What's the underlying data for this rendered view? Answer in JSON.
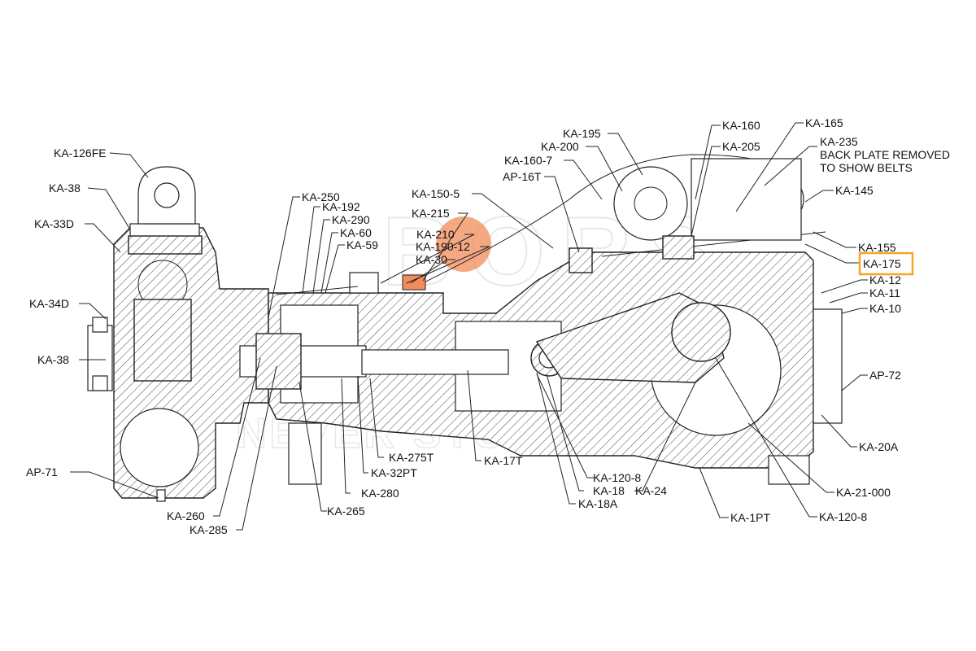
{
  "watermark": {
    "brand": "BORS",
    "line": "NEVER STOP DRILLING",
    "accent_color": "#F28C5A"
  },
  "highlight_color": "#F5A623",
  "highlighted_part": "KA-175",
  "note": {
    "line1": "BACK PLATE REMOVED",
    "line2": "TO SHOW BELTS"
  },
  "labels": {
    "ka_126fe": "KA-126FE",
    "ka_38_top": "KA-38",
    "ka_33d": "KA-33D",
    "ka_34d": "KA-34D",
    "ka_38_bottom": "KA-38",
    "ap_71": "AP-71",
    "ka_260": "KA-260",
    "ka_285": "KA-285",
    "ka_265": "KA-265",
    "ka_280": "KA-280",
    "ka_32pt": "KA-32PT",
    "ka_275t": "KA-275T",
    "ka_17t": "KA-17T",
    "ka_120_8_a": "KA-120-8",
    "ka_18": "KA-18",
    "ka_24": "KA-24",
    "ka_18a": "KA-18A",
    "ka_1pt": "KA-1PT",
    "ka_120_8_b": "KA-120-8",
    "ka_21_000": "KA-21-000",
    "ka_20a": "KA-20A",
    "ap_72": "AP-72",
    "ka_10": "KA-10",
    "ka_11": "KA-11",
    "ka_12": "KA-12",
    "ka_175": "KA-175",
    "ka_155": "KA-155",
    "ka_145": "KA-145",
    "ka_235": "KA-235",
    "ka_165": "KA-165",
    "ka_160": "KA-160",
    "ka_205": "KA-205",
    "ka_195": "KA-195",
    "ka_200": "KA-200",
    "ka_160_7": "KA-160-7",
    "ap_16t": "AP-16T",
    "ka_150_5": "KA-150-5",
    "ka_215": "KA-215",
    "ka_210": "KA-210",
    "ka_190_12": "KA-190-12",
    "ka_30": "KA-30",
    "ka_250": "KA-250",
    "ka_192": "KA-192",
    "ka_290": "KA-290",
    "ka_60": "KA-60",
    "ka_59": "KA-59"
  }
}
